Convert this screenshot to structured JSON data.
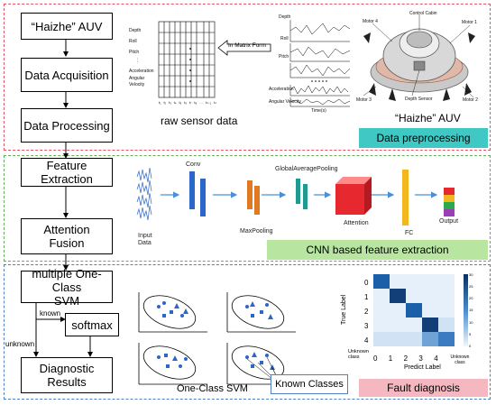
{
  "left_flow": {
    "auv": "“Haizhe” AUV",
    "acquisition": "Data Acquisition",
    "processing": "Data Processing",
    "feature_extraction": "Feature Extraction",
    "attention_fusion_line1": "Attention",
    "attention_fusion_line2": "Fusion",
    "ocsvm_line1": "multiple One-Class",
    "ocsvm_line2": "SVM",
    "softmax": "softmax",
    "known": "known",
    "unknown": "unknown",
    "diag_line1": "Diagnostic",
    "diag_line2": "Results"
  },
  "section1": {
    "raw_sensor_data": "raw sensor data",
    "matrix_form": "In Matrix Form",
    "auv_caption": "“Haizhe” AUV",
    "tag": "Data preprocessing",
    "tag_color": "#3fc8c4",
    "matrix_rows": [
      "Depth",
      "Roll",
      "Pitch",
      "⋮",
      "Acceleration",
      "Angular",
      "Velocity"
    ],
    "matrix_cols": [
      "t₁",
      "t₂",
      "t₃",
      "t₄",
      "t₅",
      "t₆",
      "t₇",
      "t₈",
      "…",
      "tₙ₋₁",
      "tₙ"
    ],
    "signal_labels": [
      "Depth",
      "Roll",
      "Pitch",
      "Acceleration",
      "Angular Velocity"
    ],
    "signal_xlabel": "Time(s)",
    "robot_labels": [
      "Control Cabin",
      "Motor 4",
      "Motor 1",
      "Motor 3",
      "Depth Sensor",
      "Motor 2"
    ]
  },
  "section2": {
    "input": "Input",
    "data": "Data",
    "conv": "Conv",
    "maxpool": "MaxPooling",
    "gap": "GlobalAveragePooling",
    "attention": "Attention",
    "fc": "FC",
    "output": "Output",
    "tag": "CNN based feature extraction",
    "tag_color": "#b8e6a0",
    "colors": {
      "conv": "#2b66c9",
      "maxpool": "#e07a22",
      "gap": "#1f9a8e",
      "attention": "#e8282f",
      "fc": "#f2b61e",
      "output": [
        "#e8282f",
        "#f2b61e",
        "#2da84a",
        "#9a3fb5"
      ]
    }
  },
  "section3": {
    "ocsvm_caption": "One-Class SVM",
    "known_classes": "Known Classes",
    "tag": "Fault diagnosis",
    "tag_color": "#f6b8c0",
    "cm": {
      "true_label": "True Label",
      "predict_label": "Predict Label",
      "row_labels": [
        "0",
        "1",
        "2",
        "3",
        "4",
        "Unknown class"
      ],
      "col_labels": [
        "0",
        "1",
        "2",
        "3",
        "4",
        "Unknown class"
      ],
      "colorbar_ticks": [
        "30",
        "25",
        "20",
        "15",
        "10",
        "5",
        "0"
      ]
    }
  }
}
